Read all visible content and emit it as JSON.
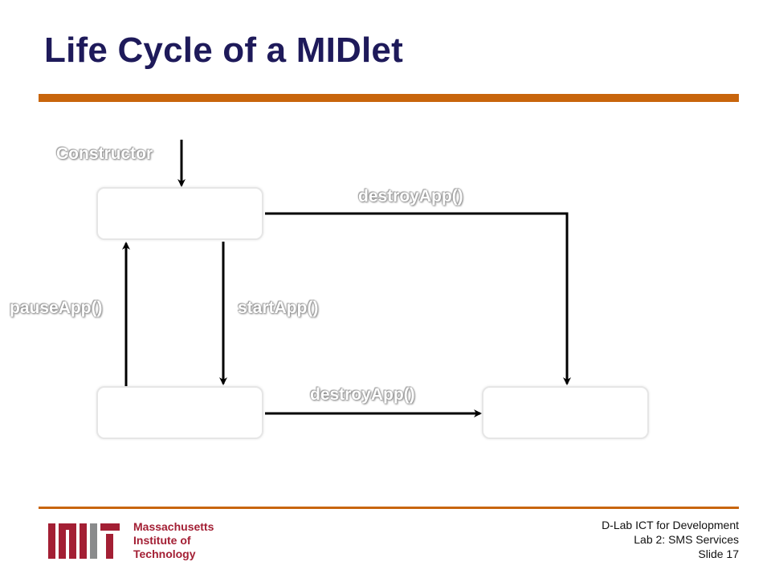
{
  "slide": {
    "title": "Life Cycle of a MIDlet"
  },
  "diagram": {
    "labels": {
      "constructor": "Constructor",
      "destroy_top": "destroyApp()",
      "pause": "pauseApp()",
      "start": "startApp()",
      "destroy_bottom": "destroyApp()"
    }
  },
  "logo": {
    "line1": "Massachusetts",
    "line2": "Institute of",
    "line3": "Technology"
  },
  "footer": {
    "line1": "D-Lab ICT for Development",
    "line2": "Lab 2: SMS Services",
    "line3": "Slide 17"
  },
  "colors": {
    "title": "#1e1a5a",
    "accent_rule": "#c8650c",
    "mit_red": "#a31f34",
    "mit_gray": "#8a8b8c"
  }
}
